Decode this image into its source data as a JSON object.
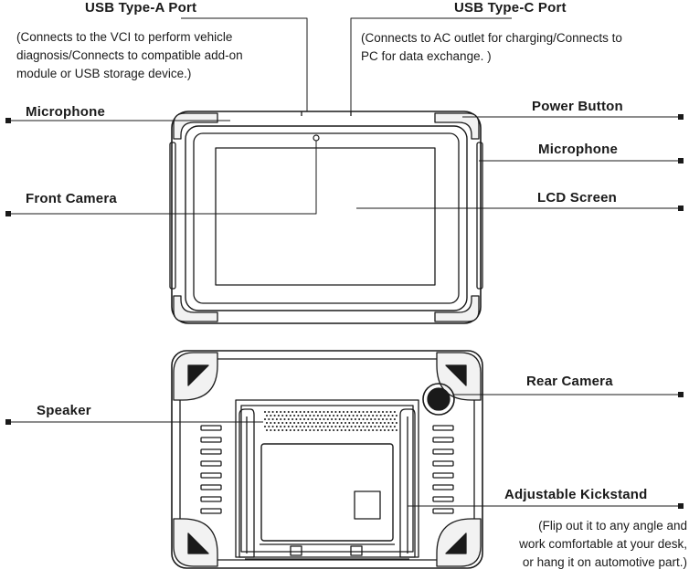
{
  "front": {
    "usb_a": {
      "label": "USB Type-A Port",
      "desc": [
        "(Connects to the VCI to perform vehicle",
        "diagnosis/Connects to compatible add-on",
        "module or USB storage device.)"
      ]
    },
    "usb_c": {
      "label": "USB Type-C Port",
      "desc": [
        "(Connects to AC outlet for charging/Connects to",
        "PC for data exchange. )"
      ]
    },
    "microphone_left": "Microphone",
    "power_button": "Power Button",
    "microphone_right": "Microphone",
    "front_camera": "Front Camera",
    "lcd_screen": "LCD Screen"
  },
  "rear": {
    "rear_camera": "Rear Camera",
    "speaker": "Speaker",
    "kickstand": {
      "label": "Adjustable Kickstand",
      "desc": [
        "(Flip out it to any angle and",
        "work comfortable at your desk,",
        "or hang it on automotive part.)"
      ]
    }
  }
}
